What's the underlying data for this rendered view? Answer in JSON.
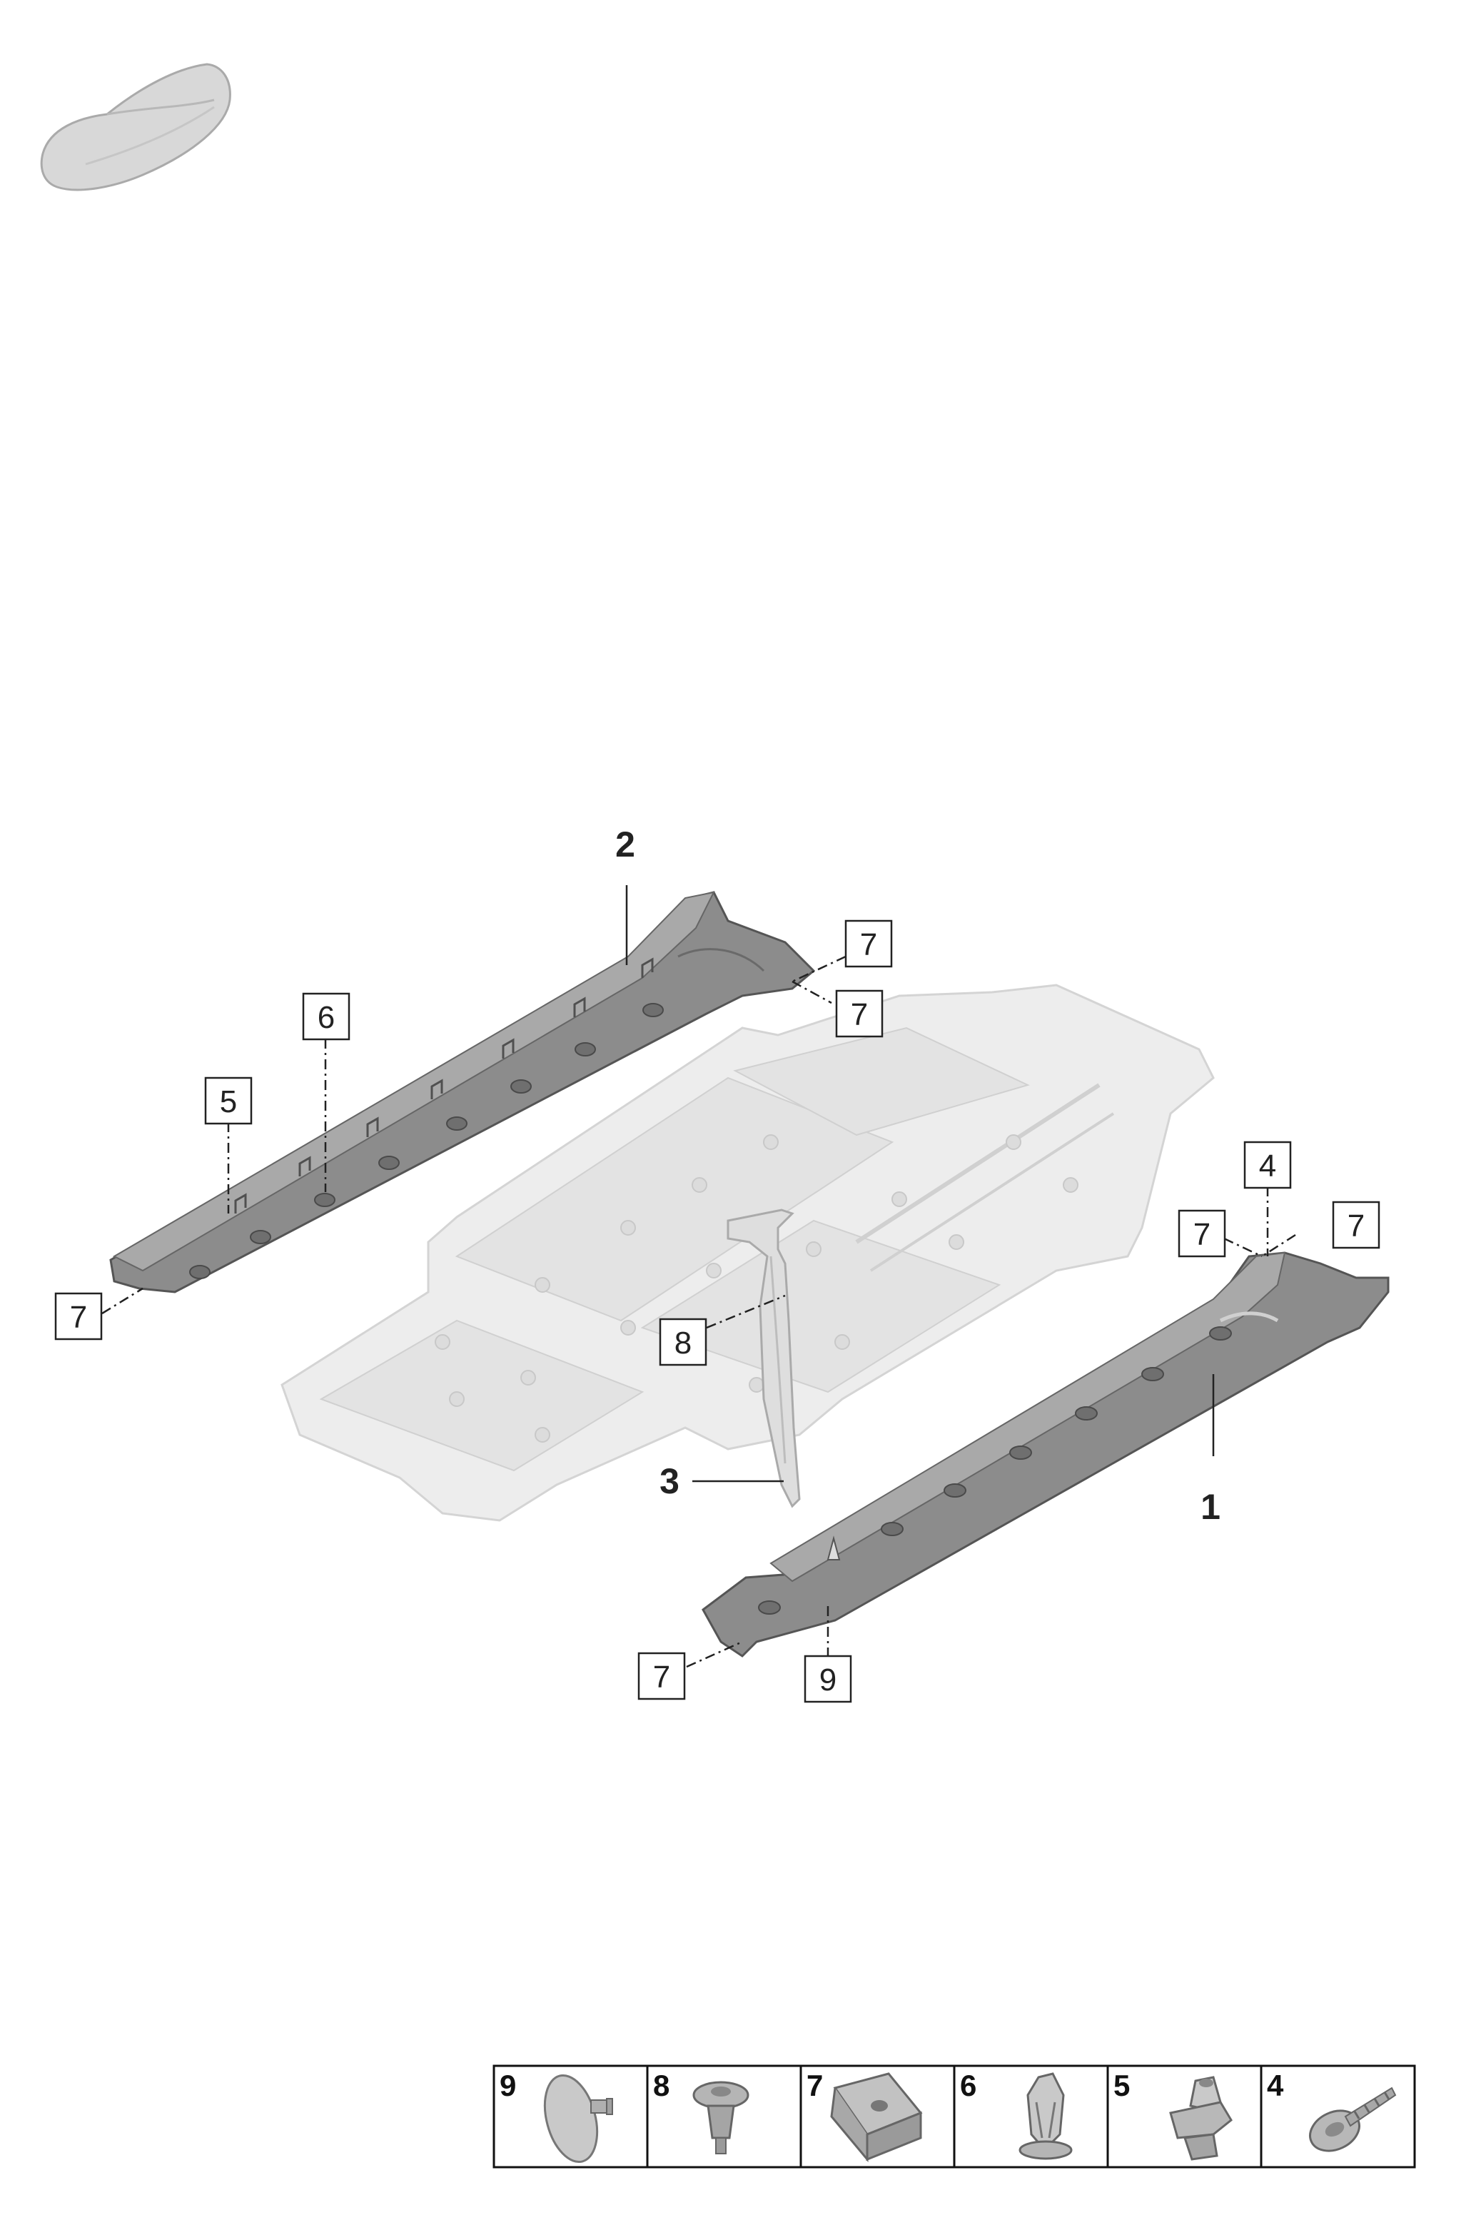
{
  "diagram": {
    "callouts_bold": {
      "part1": "1",
      "part2": "2",
      "part3": "3"
    },
    "callouts_boxed": {
      "c7_top_a": "7",
      "c7_top_b": "7",
      "c6": "6",
      "c5": "5",
      "c7_left": "7",
      "c4": "4",
      "c7_right_a": "7",
      "c7_right_b": "7",
      "c8": "8",
      "c7_bottom": "7",
      "c9": "9"
    }
  },
  "legend": {
    "cells": [
      {
        "num": "9",
        "icon": "push-rivet-icon"
      },
      {
        "num": "8",
        "icon": "expansion-rivet-icon"
      },
      {
        "num": "7",
        "icon": "spring-nut-clip-icon"
      },
      {
        "num": "6",
        "icon": "spreading-clip-icon"
      },
      {
        "num": "5",
        "icon": "retaining-clip-icon"
      },
      {
        "num": "4",
        "icon": "washer-head-screw-icon"
      }
    ]
  },
  "colors": {
    "line": "#222222",
    "part": "#8c8c8c",
    "floor": "#ededed"
  }
}
